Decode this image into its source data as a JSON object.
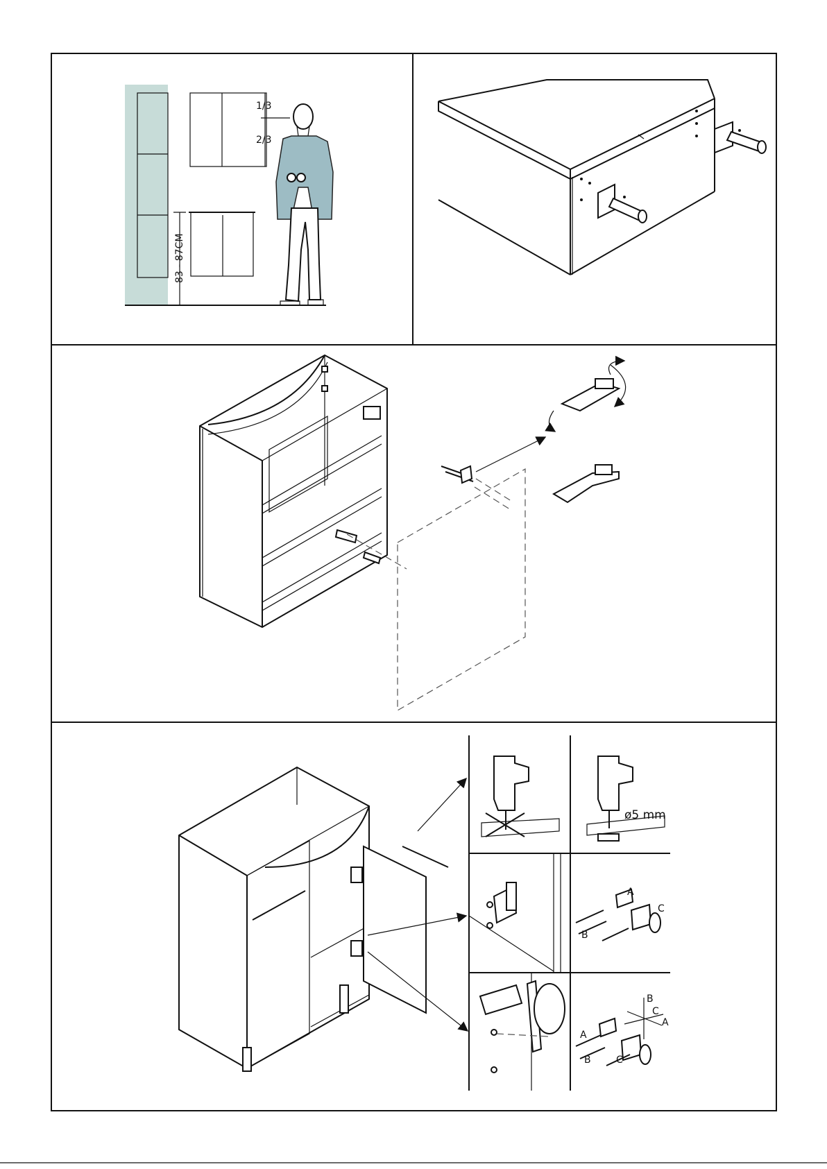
{
  "colors": {
    "wall": "#c7dcd8",
    "jacket": "#9dbcc4",
    "line": "#111111"
  },
  "panel1": {
    "label_one_third": "1/3",
    "label_two_thirds": "2/3",
    "label_height": "83 - 87CM"
  },
  "panel4": {
    "label_diameter": "ø5 mm",
    "label_a1": "A",
    "label_b1": "B",
    "label_c1": "C",
    "label_a2": "A",
    "label_b2": "B",
    "label_c2": "C",
    "label_axis_b": "B",
    "label_axis_c": "C",
    "label_axis_a": "A"
  }
}
